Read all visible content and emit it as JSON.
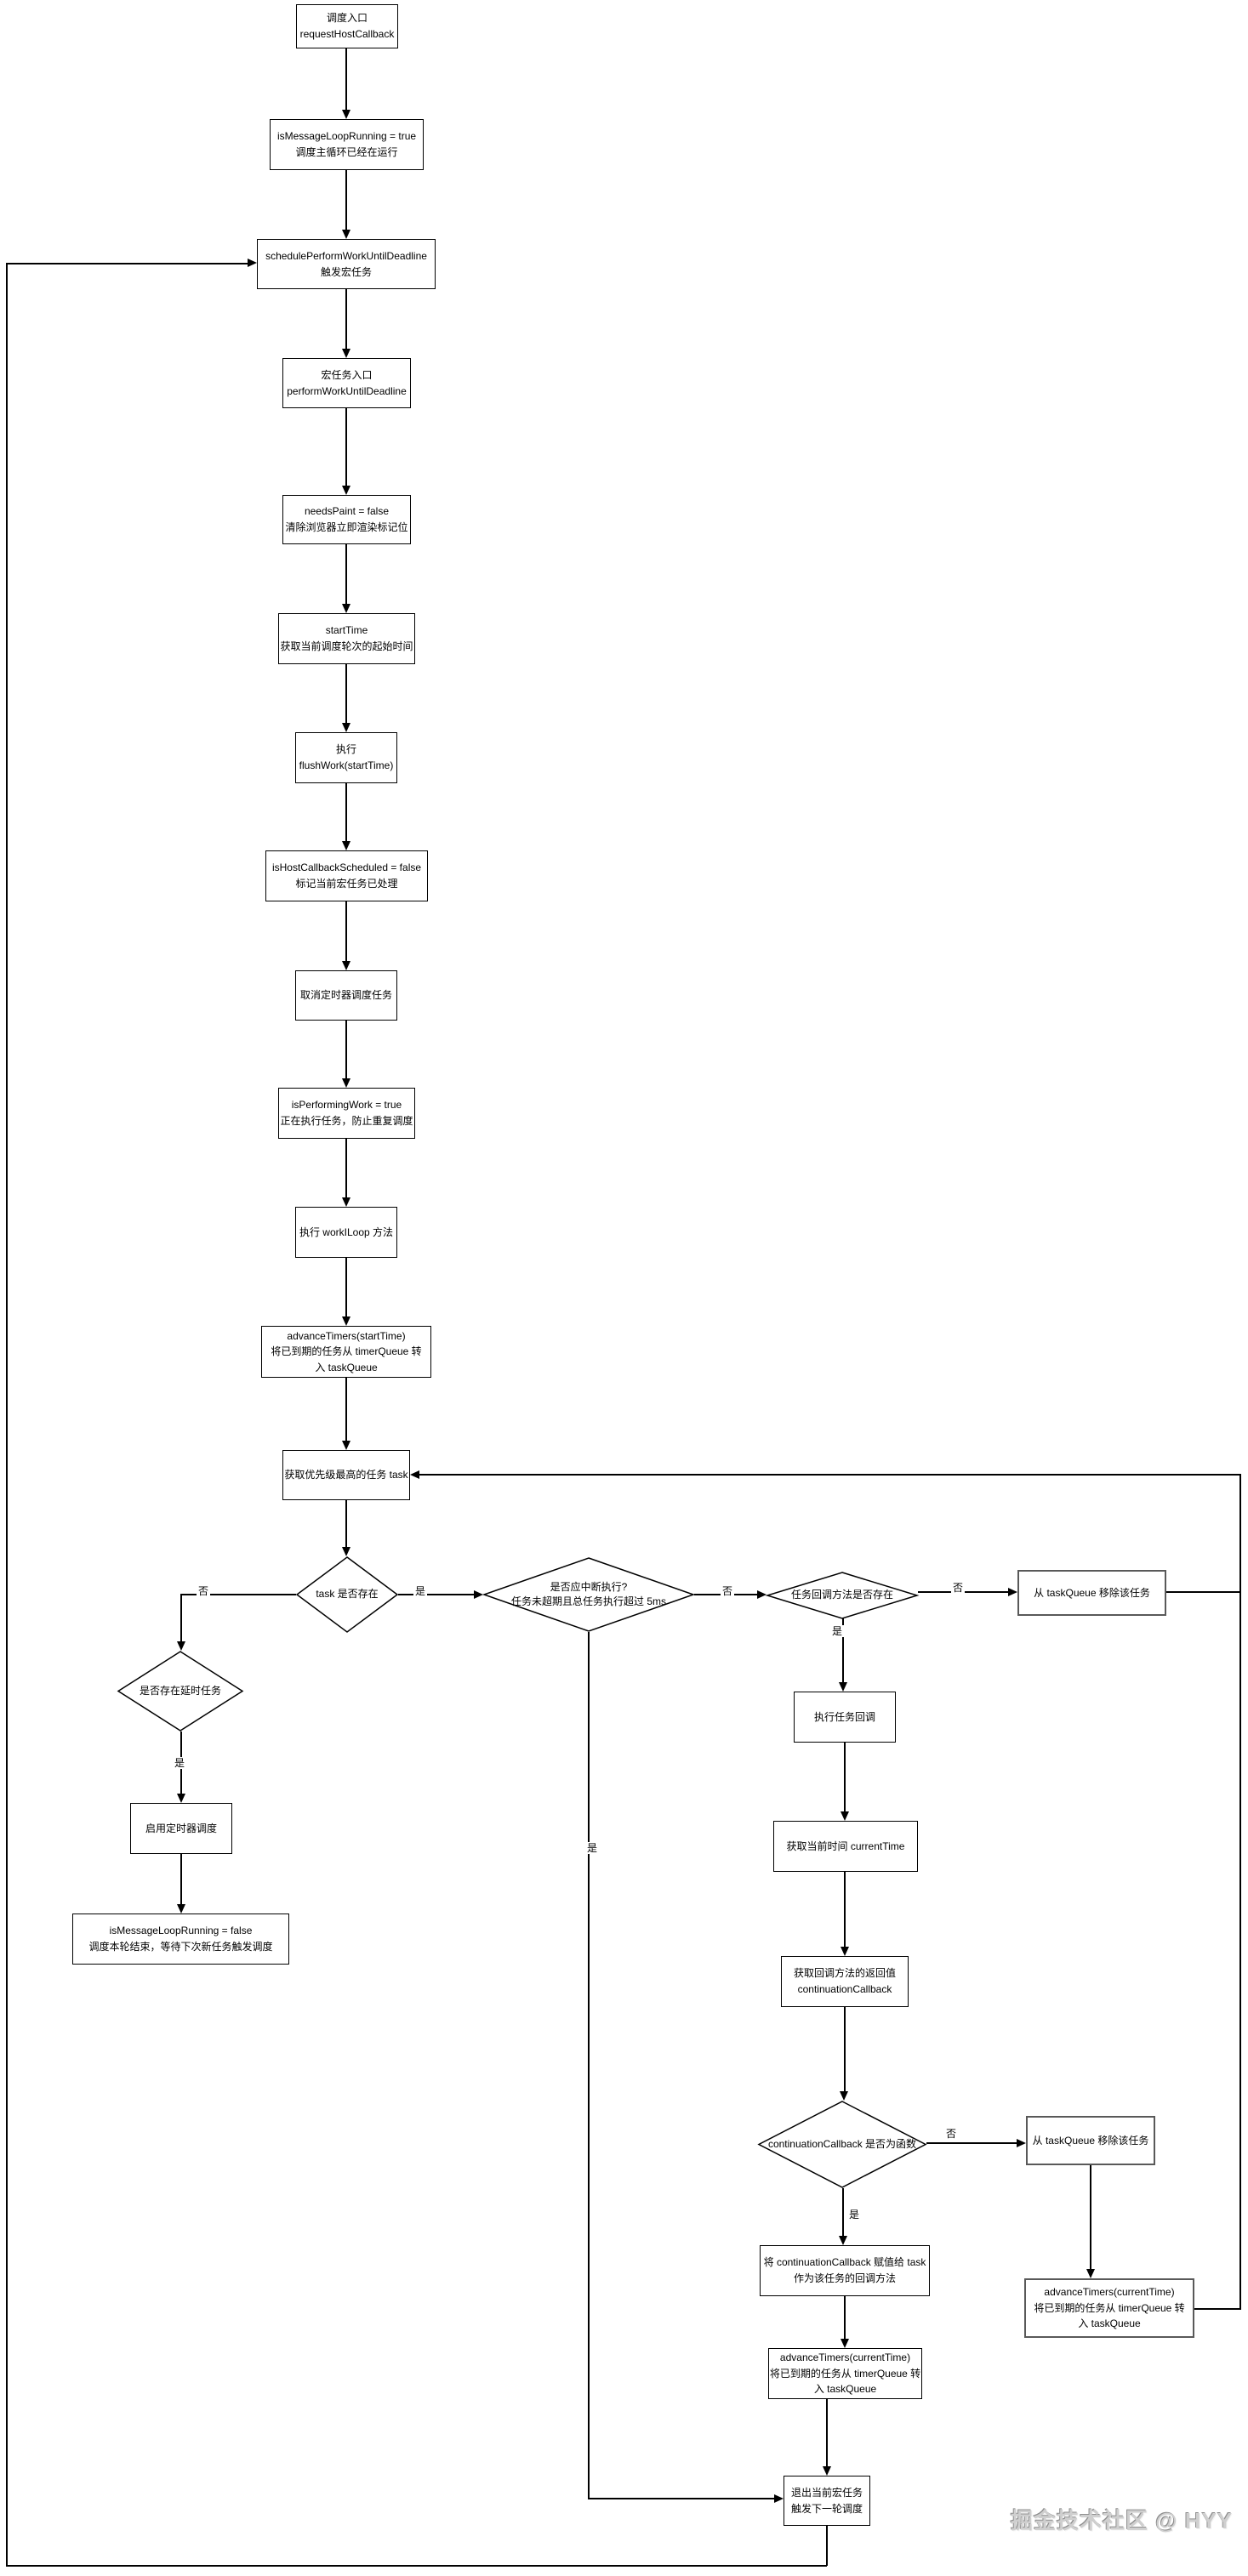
{
  "diagram": {
    "nodes": {
      "n1": "调度入口\nrequestHostCallback",
      "n2": "isMessageLoopRunning = true\n调度主循环已经在运行",
      "n3": "schedulePerformWorkUntilDeadline\n触发宏任务",
      "n4": "宏任务入口\nperformWorkUntilDeadline",
      "n5": "needsPaint = false\n清除浏览器立即渲染标记位",
      "n6": "startTime\n获取当前调度轮次的起始时间",
      "n7": "执行\nflushWork(startTime)",
      "n8": "isHostCallbackScheduled = false\n标记当前宏任务已处理",
      "n9": "取消定时器调度任务",
      "n10": "isPerformingWork = true\n正在执行任务，防止重复调度",
      "n11": "执行 workILoop 方法",
      "n12": "advanceTimers(startTime)\n将已到期的任务从 timerQueue 转\n入 taskQueue",
      "n13": "获取优先级最高的任务 task",
      "d1": "task 是否存在",
      "d2": "是否存在延时任务",
      "d3": "是否应中断执行?\n任务未超期且总任务执行超过 5ms",
      "d4": "任务回调方法是否存在",
      "d5": "continuationCallback 是否为函数",
      "n14": "启用定时器调度",
      "n15": "isMessageLoopRunning = false\n调度本轮结束，等待下次新任务触发调度",
      "n16": "从 taskQueue 移除该任务",
      "n17": "执行任务回调",
      "n18": "获取当前时间 currentTime",
      "n19": "获取回调方法的返回值\ncontinuationCallback",
      "n20": "从 taskQueue 移除该任务",
      "n21": "将 continuationCallback 赋值给 task\n作为该任务的回调方法",
      "n22": "advanceTimers(currentTime)\n将已到期的任务从 timerQueue 转\n入 taskQueue",
      "n23": "advanceTimers(currentTime)\n将已到期的任务从 timerQueue 转\n入 taskQueue",
      "n24": "退出当前宏任务\n触发下一轮调度"
    },
    "edge_labels": {
      "yes": "是",
      "no": "否"
    },
    "watermark": "掘金技术社区 @ HYY",
    "colors": {
      "line": "#000000",
      "box_border": "#000000",
      "alt_border": "#595959",
      "background": "#ffffff",
      "watermark": "#cfcfcf"
    }
  }
}
